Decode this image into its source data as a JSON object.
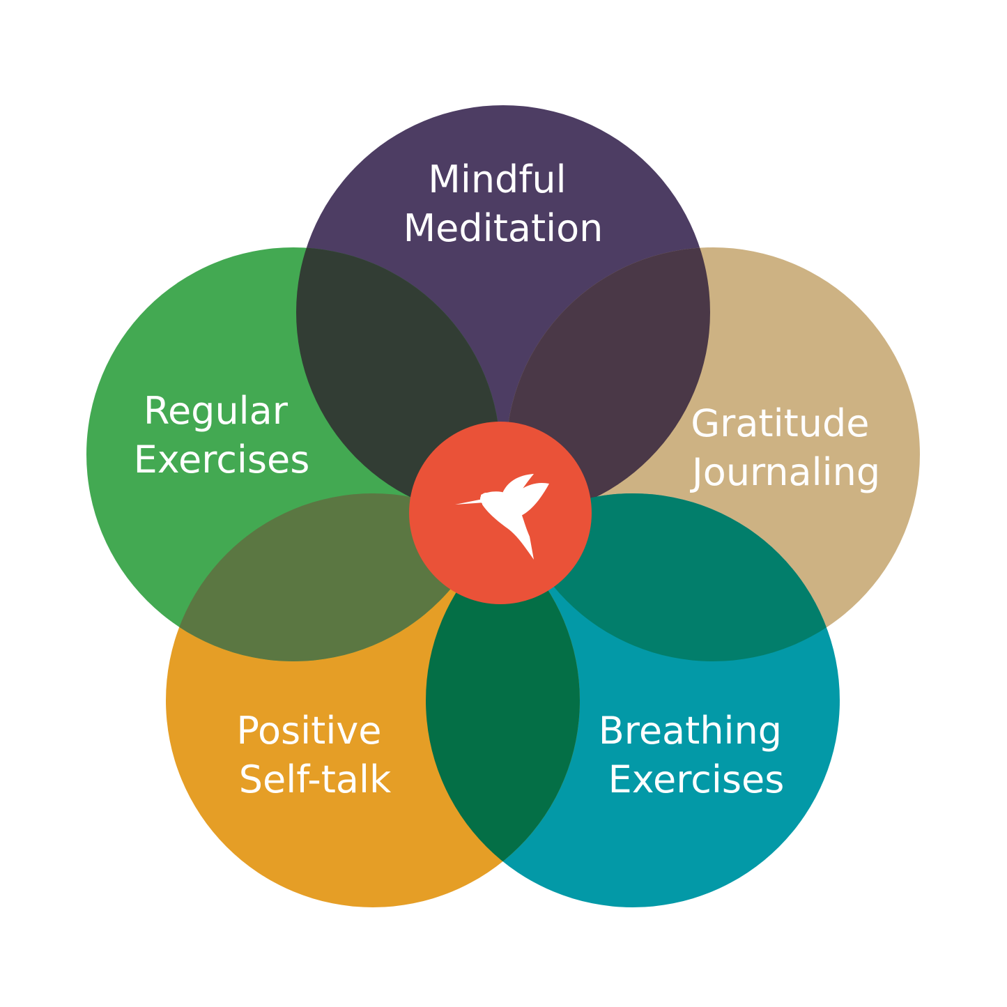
{
  "diagram": {
    "petals": [
      {
        "id": "mindful-meditation",
        "line1": "Mindful",
        "line2": "Meditation",
        "color": "#4D3D63"
      },
      {
        "id": "gratitude-journaling",
        "line1": "Gratitude",
        "line2": "Journaling",
        "color": "#CDB283"
      },
      {
        "id": "breathing-exercises",
        "line1": "Breathing",
        "line2": "Exercises",
        "color": "#0399A7"
      },
      {
        "id": "positive-self-talk",
        "line1": "Positive",
        "line2": "Self-talk",
        "color": "#E59E26"
      },
      {
        "id": "regular-exercises",
        "line1": "Regular",
        "line2": "Exercises",
        "color": "#43A952"
      }
    ],
    "overlap_colors": {
      "mindful_regular": "#323D34",
      "mindful_gratitude": "#4A3847",
      "gratitude_breathing": "#027E6B",
      "breathing_positive": "#046F46",
      "positive_regular": "#5B7742"
    },
    "center": {
      "color": "#EA5238",
      "icon": "hummingbird-icon",
      "icon_color": "#ffffff"
    }
  }
}
